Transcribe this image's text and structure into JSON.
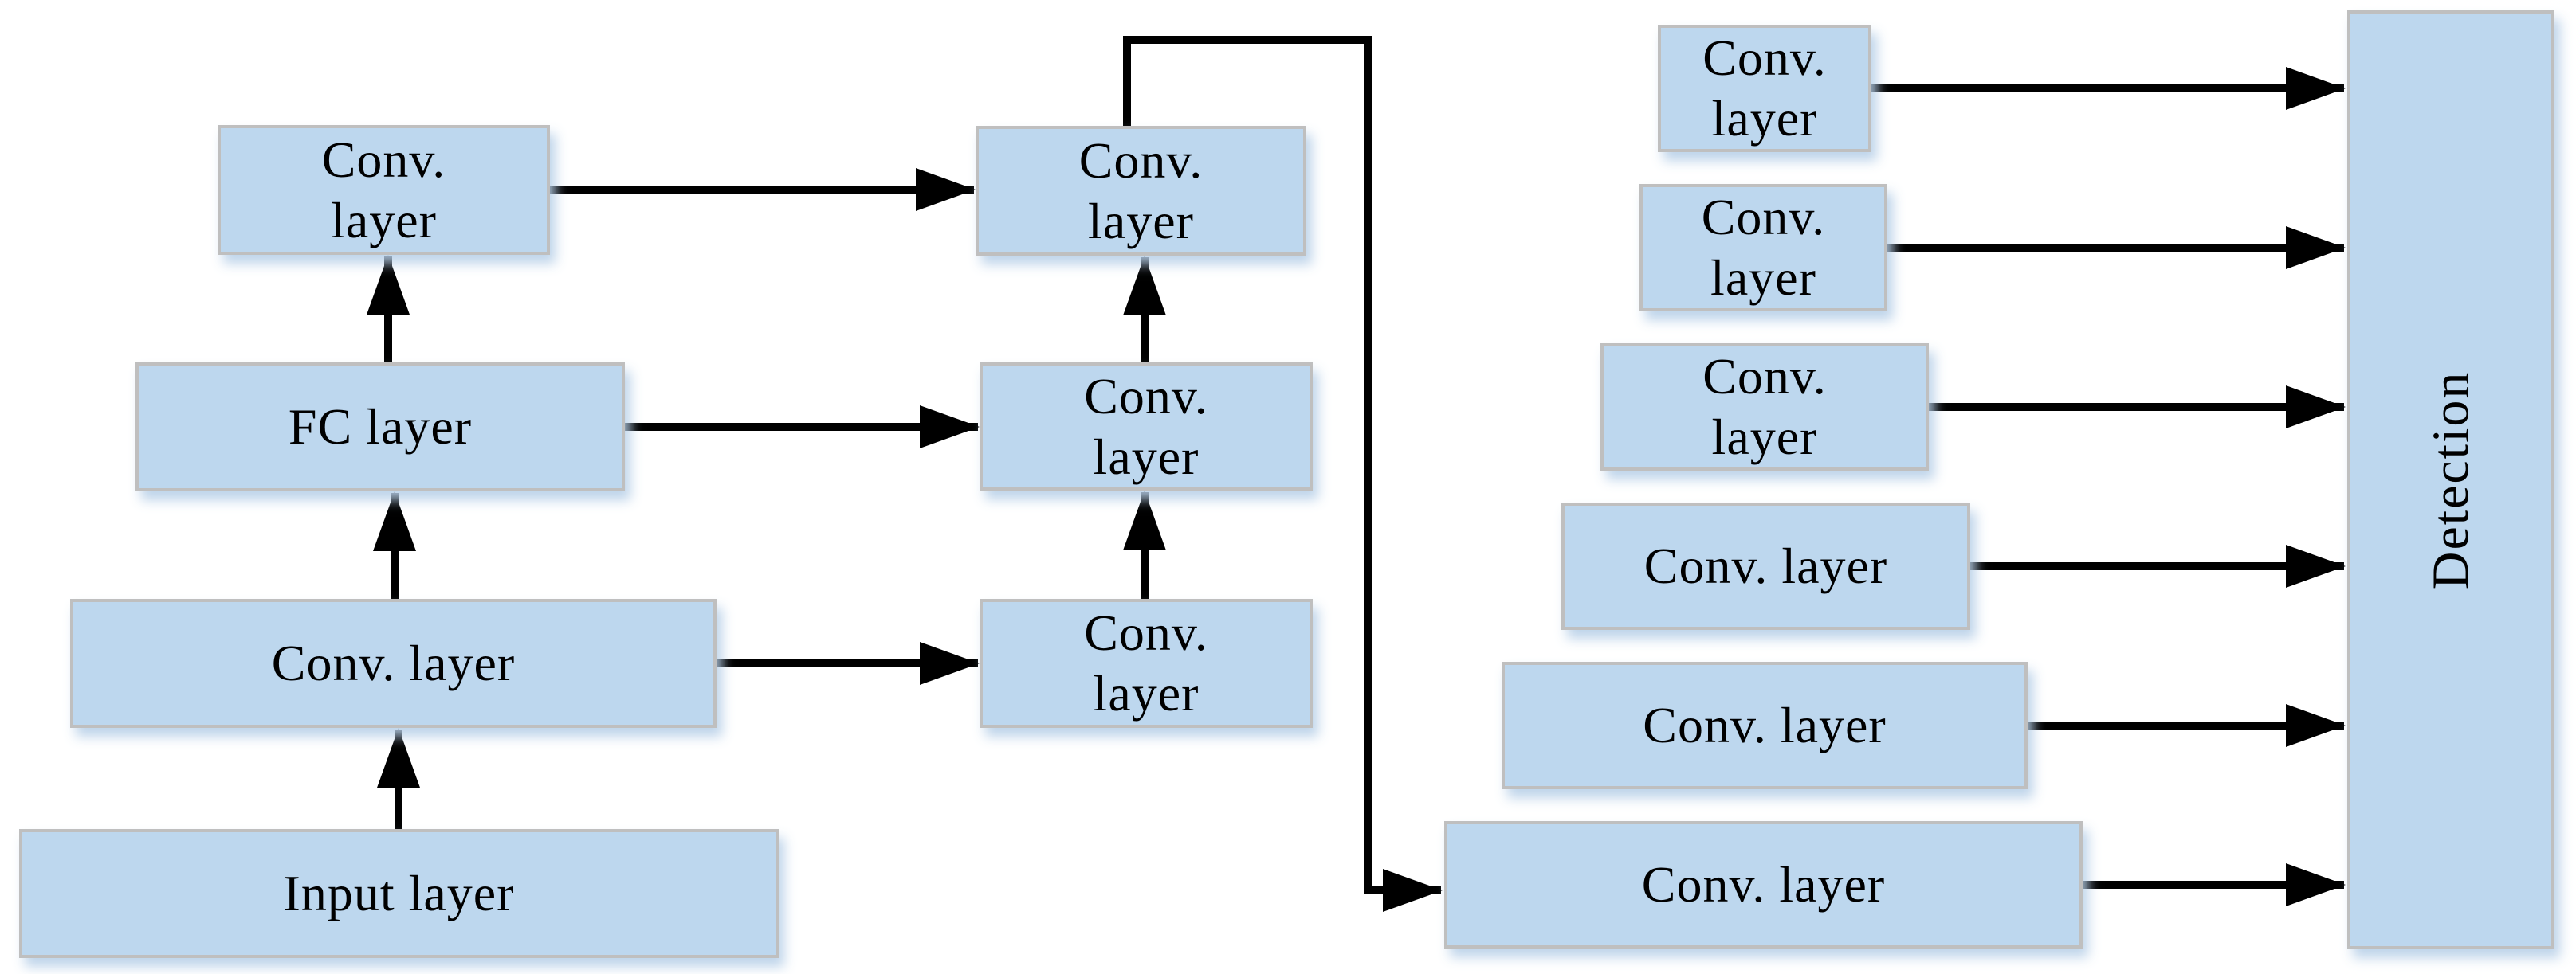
{
  "colors": {
    "box_fill": "#bdd7ee",
    "box_border": "#bfbfbf",
    "arrow": "#000000",
    "background": "#ffffff",
    "text": "#000000"
  },
  "left_column": [
    {
      "label": "Conv.\nlayer"
    },
    {
      "label": "FC layer"
    },
    {
      "label": "Conv. layer"
    },
    {
      "label": "Input layer"
    }
  ],
  "middle_column": [
    {
      "label": "Conv.\nlayer"
    },
    {
      "label": "Conv.\nlayer"
    },
    {
      "label": "Conv.\nlayer"
    }
  ],
  "right_column": [
    {
      "label": "Conv.\nlayer"
    },
    {
      "label": "Conv.\nlayer"
    },
    {
      "label": "Conv.\nlayer"
    },
    {
      "label": "Conv. layer"
    },
    {
      "label": "Conv. layer"
    },
    {
      "label": "Conv. layer"
    }
  ],
  "detection": {
    "label": "Detection"
  }
}
